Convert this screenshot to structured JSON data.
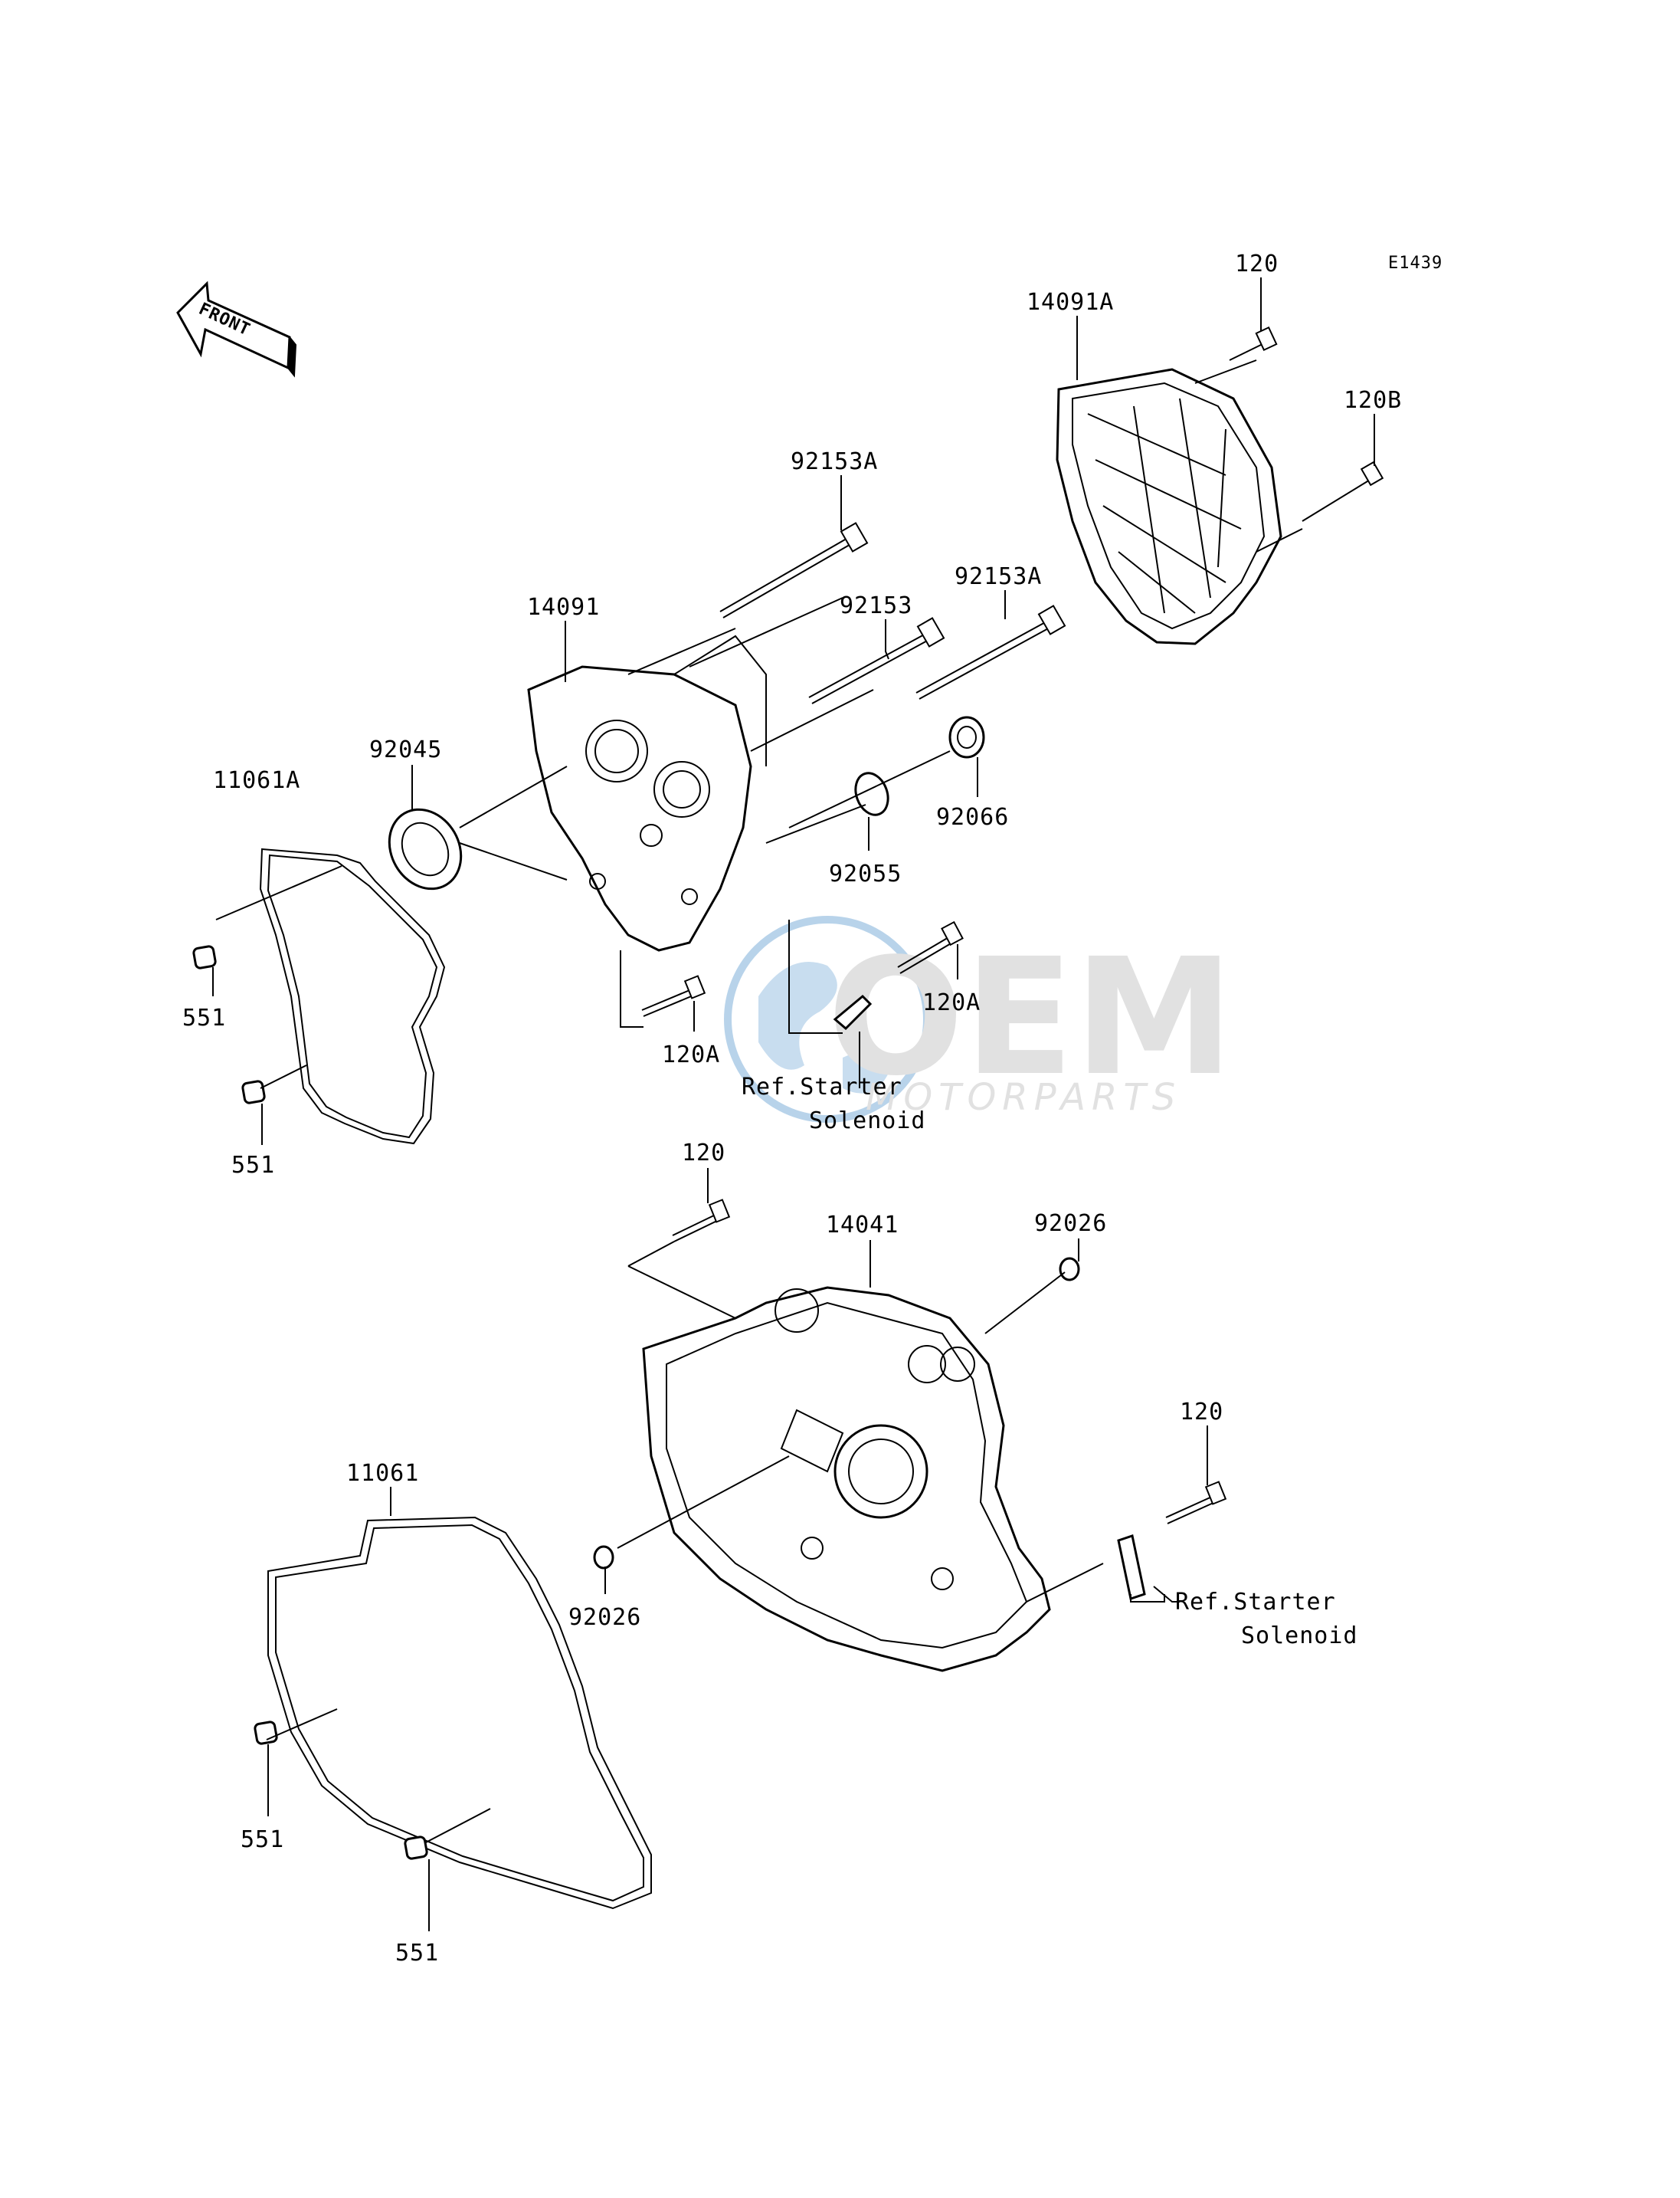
{
  "diagram_code": "E1439",
  "front_arrow": {
    "label": "FRONT"
  },
  "watermark": {
    "logo": "OEM",
    "sub": "MOTORPARTS",
    "color": "#7fb0d9"
  },
  "labels": {
    "p120_top": "120",
    "p14091A": "14091A",
    "p120B": "120B",
    "p92153A_top": "92153A",
    "p92153": "92153",
    "p92153A_mid": "92153A",
    "p14091": "14091",
    "p92045": "92045",
    "p11061A": "11061A",
    "p92066": "92066",
    "p92055": "92055",
    "p120A_right": "120A",
    "p120A_left": "120A",
    "p551_a": "551",
    "p551_b": "551",
    "ref1_line1": "Ref.Starter",
    "ref1_line2": "Solenoid",
    "p120_mid": "120",
    "p14041": "14041",
    "p92026_top": "92026",
    "p11061": "11061",
    "p120_right": "120",
    "p92026_bottom": "92026",
    "ref2_line1": "Ref.Starter",
    "ref2_line2": "Solenoid",
    "p551_c": "551",
    "p551_d": "551"
  }
}
